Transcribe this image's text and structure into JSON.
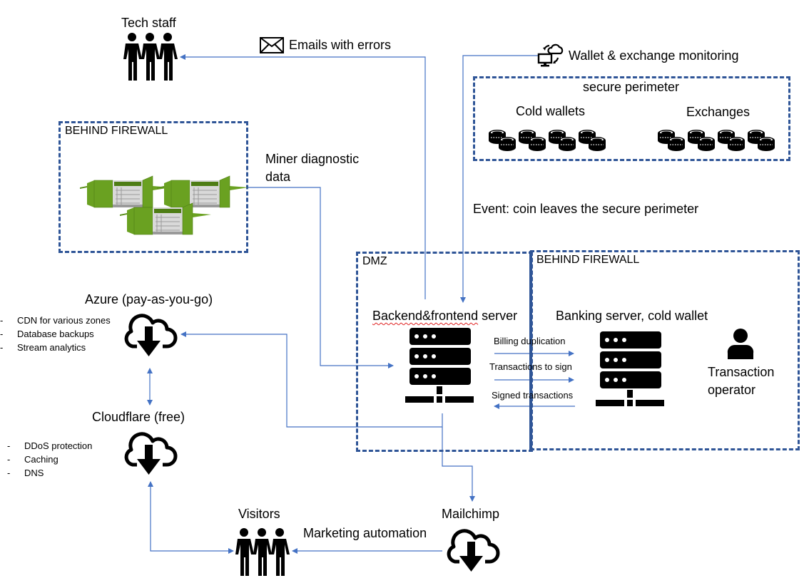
{
  "diagram": {
    "colors": {
      "connector": "#4472c4",
      "zone_border": "#2f5597",
      "icon": "#000000",
      "container_green": "#6aa121",
      "spellcheck_underline": "#e02020"
    },
    "nodes": {
      "tech_staff": {
        "label": "Tech staff",
        "icon": "people-group-icon"
      },
      "emails": {
        "label": "Emails with errors",
        "icon": "envelope-icon"
      },
      "monitoring": {
        "label": "Wallet & exchange monitoring",
        "icon": "cloud-sync-monitor-icon"
      },
      "secure_perimeter": {
        "title": "secure perimeter",
        "cold_wallets": {
          "label": "Cold wallets",
          "icon": "coins-icon",
          "icon_count": 4
        },
        "exchanges": {
          "label": "Exchanges",
          "icon": "coins-icon",
          "icon_count": 4
        }
      },
      "miners_zone": {
        "title": "BEHIND FIREWALL",
        "content": "mining-containers-image"
      },
      "miner_data": {
        "label": "Miner diagnostic\ndata"
      },
      "coin_event": {
        "label": "Event: coin leaves the secure perimeter"
      },
      "azure": {
        "label": "Azure (pay-as-you-go)",
        "icon": "cloud-download-icon",
        "bullets": [
          "CDN for various zones",
          "Database backups",
          "Stream analytics"
        ]
      },
      "cloudflare": {
        "label": "Cloudflare (free)",
        "icon": "cloud-download-icon",
        "bullets": [
          "DDoS protection",
          "Caching",
          "DNS"
        ]
      },
      "dmz_zone": {
        "title": "DMZ"
      },
      "backend": {
        "label_part1": "Backend&frontend",
        "label_part2": " server",
        "icon": "server-icon"
      },
      "bank_zone": {
        "title": "BEHIND FIREWALL"
      },
      "banking": {
        "label": "Banking server, cold wallet",
        "icon": "server-icon"
      },
      "operator": {
        "label_line1": "Transaction",
        "label_line2": "operator",
        "icon": "person-icon"
      },
      "visitors": {
        "label": "Visitors",
        "icon": "people-group-icon"
      },
      "mailchimp": {
        "label": "Mailchimp",
        "icon": "cloud-download-icon"
      },
      "marketing": {
        "label": "Marketing automation"
      }
    },
    "flows": [
      {
        "from": "backend",
        "to": "tech_staff",
        "label": "Emails with errors"
      },
      {
        "from": "monitoring",
        "to": "backend",
        "label": "Event: coin leaves the secure perimeter"
      },
      {
        "from": "miners_zone",
        "to": "backend",
        "label": "Miner diagnostic data"
      },
      {
        "from": "backend",
        "to": "azure",
        "label": ""
      },
      {
        "from": "azure",
        "to": "cloudflare",
        "label": "",
        "bidirectional": true
      },
      {
        "from": "cloudflare",
        "to": "visitors",
        "label": "",
        "bidirectional": true
      },
      {
        "from": "backend",
        "to": "mailchimp",
        "label": ""
      },
      {
        "from": "mailchimp",
        "to": "visitors",
        "label": "Marketing automation"
      },
      {
        "from": "backend",
        "to": "banking",
        "label": "Billing duplication"
      },
      {
        "from": "backend",
        "to": "banking",
        "label": "Transactions to sign"
      },
      {
        "from": "banking",
        "to": "backend",
        "label": "Signed transactions"
      }
    ]
  }
}
